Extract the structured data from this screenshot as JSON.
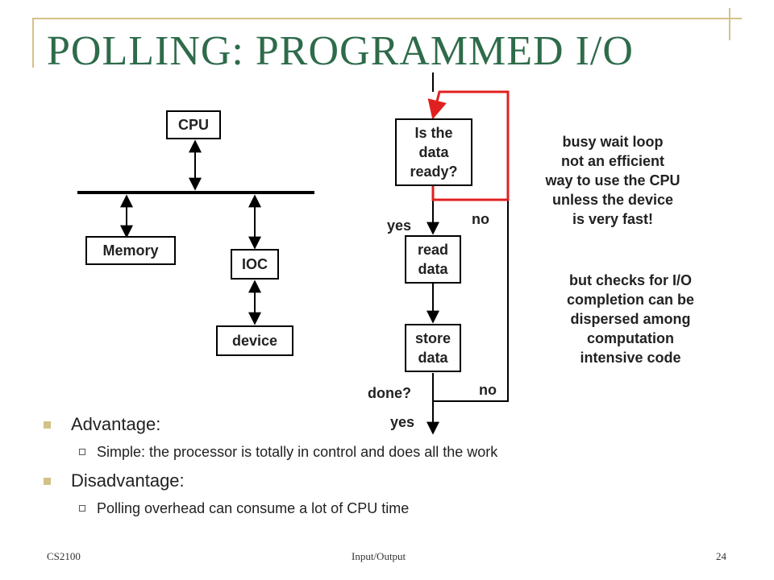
{
  "slide": {
    "title": "POLLING: PROGRAMMED I/O",
    "page_number": "24",
    "footer_left": "CS2100",
    "footer_center": "Input/Output"
  },
  "bus_diagram": {
    "cpu": "CPU",
    "memory": "Memory",
    "ioc": "IOC",
    "device": "device"
  },
  "flowchart": {
    "check_line1": "Is the",
    "check_line2": "data",
    "check_line3": "ready?",
    "yes1": "yes",
    "no1": "no",
    "read_line1": "read",
    "read_line2": "data",
    "store_line1": "store",
    "store_line2": "data",
    "done": "done?",
    "no2": "no",
    "yes2": "yes"
  },
  "notes": {
    "busy": [
      "busy wait loop",
      "not an efficient",
      "way to use the CPU",
      "unless the device",
      "is very fast!"
    ],
    "but": [
      "but checks for I/O",
      "completion can be",
      "dispersed among",
      "computation",
      "intensive code"
    ]
  },
  "bullets": {
    "advantage": "Advantage:",
    "advantage_detail": "Simple: the processor is totally in control and does all the work",
    "disadvantage": "Disadvantage:",
    "disadvantage_detail": "Polling overhead can consume a lot of CPU time"
  },
  "colors": {
    "title": "#2e6b4a",
    "accent": "#d4c187",
    "loop_arrow": "#e02020"
  }
}
